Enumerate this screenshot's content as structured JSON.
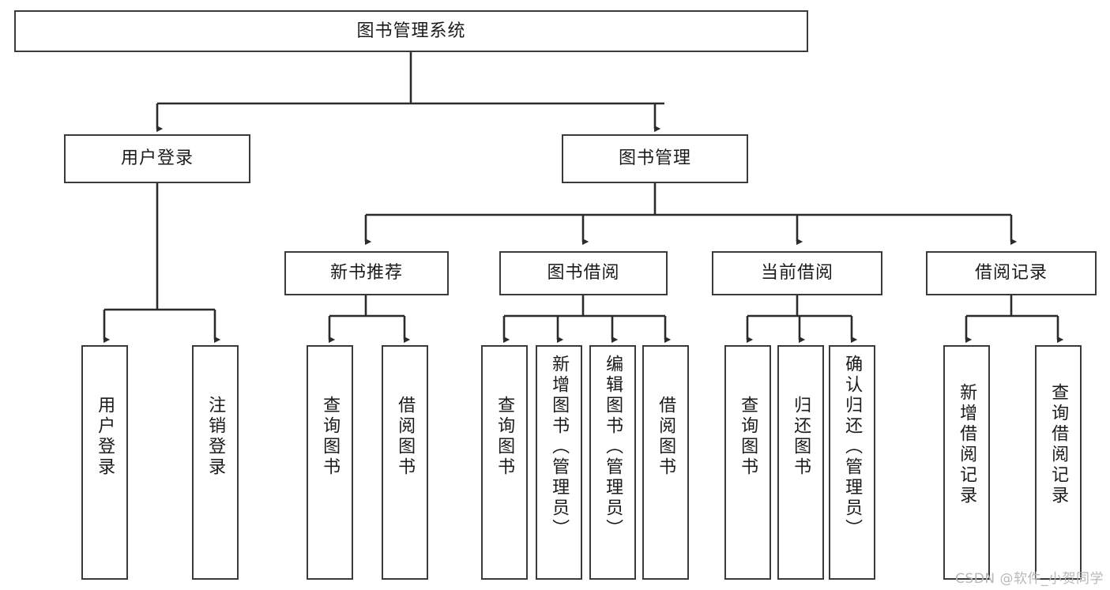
{
  "diagram": {
    "title": "图书管理系统",
    "type": "tree-hierarchy",
    "watermark": "CSDN @软件_小贺同学",
    "colors": {
      "box_border": "#3a3a3a",
      "box_fill": "#ffffff",
      "edge": "#2b2b2b",
      "text": "#1b1b1b",
      "watermark": "#b8b8b8"
    },
    "nodes": {
      "root": {
        "label": "图书管理系统"
      },
      "level2": [
        {
          "id": "user-login",
          "label": "用户登录"
        },
        {
          "id": "book-manage",
          "label": "图书管理"
        }
      ],
      "level3": [
        {
          "id": "new-book-rec",
          "label": "新书推荐"
        },
        {
          "id": "book-borrow",
          "label": "图书借阅"
        },
        {
          "id": "current-borrow",
          "label": "当前借阅"
        },
        {
          "id": "borrow-record",
          "label": "借阅记录"
        }
      ],
      "leaves": {
        "user-login": [
          {
            "id": "leaf-user-login",
            "label": "用户登录"
          },
          {
            "id": "leaf-logout",
            "label": "注销登录"
          }
        ],
        "new-book-rec": [
          {
            "id": "leaf-query-book-1",
            "label": "查询图书"
          },
          {
            "id": "leaf-borrow-book-1",
            "label": "借阅图书"
          }
        ],
        "book-borrow": [
          {
            "id": "leaf-query-book-2",
            "label": "查询图书"
          },
          {
            "id": "leaf-add-book",
            "label": "新增图书（管理员）"
          },
          {
            "id": "leaf-edit-book",
            "label": "编辑图书（管理员）"
          },
          {
            "id": "leaf-borrow-book-2",
            "label": "借阅图书"
          }
        ],
        "current-borrow": [
          {
            "id": "leaf-query-book-3",
            "label": "查询图书"
          },
          {
            "id": "leaf-return-book",
            "label": "归还图书"
          },
          {
            "id": "leaf-confirm-return",
            "label": "确认归还（管理员）"
          }
        ],
        "borrow-record": [
          {
            "id": "leaf-add-record",
            "label": "新增借阅记录"
          },
          {
            "id": "leaf-query-record",
            "label": "查询借阅记录"
          }
        ]
      }
    }
  }
}
